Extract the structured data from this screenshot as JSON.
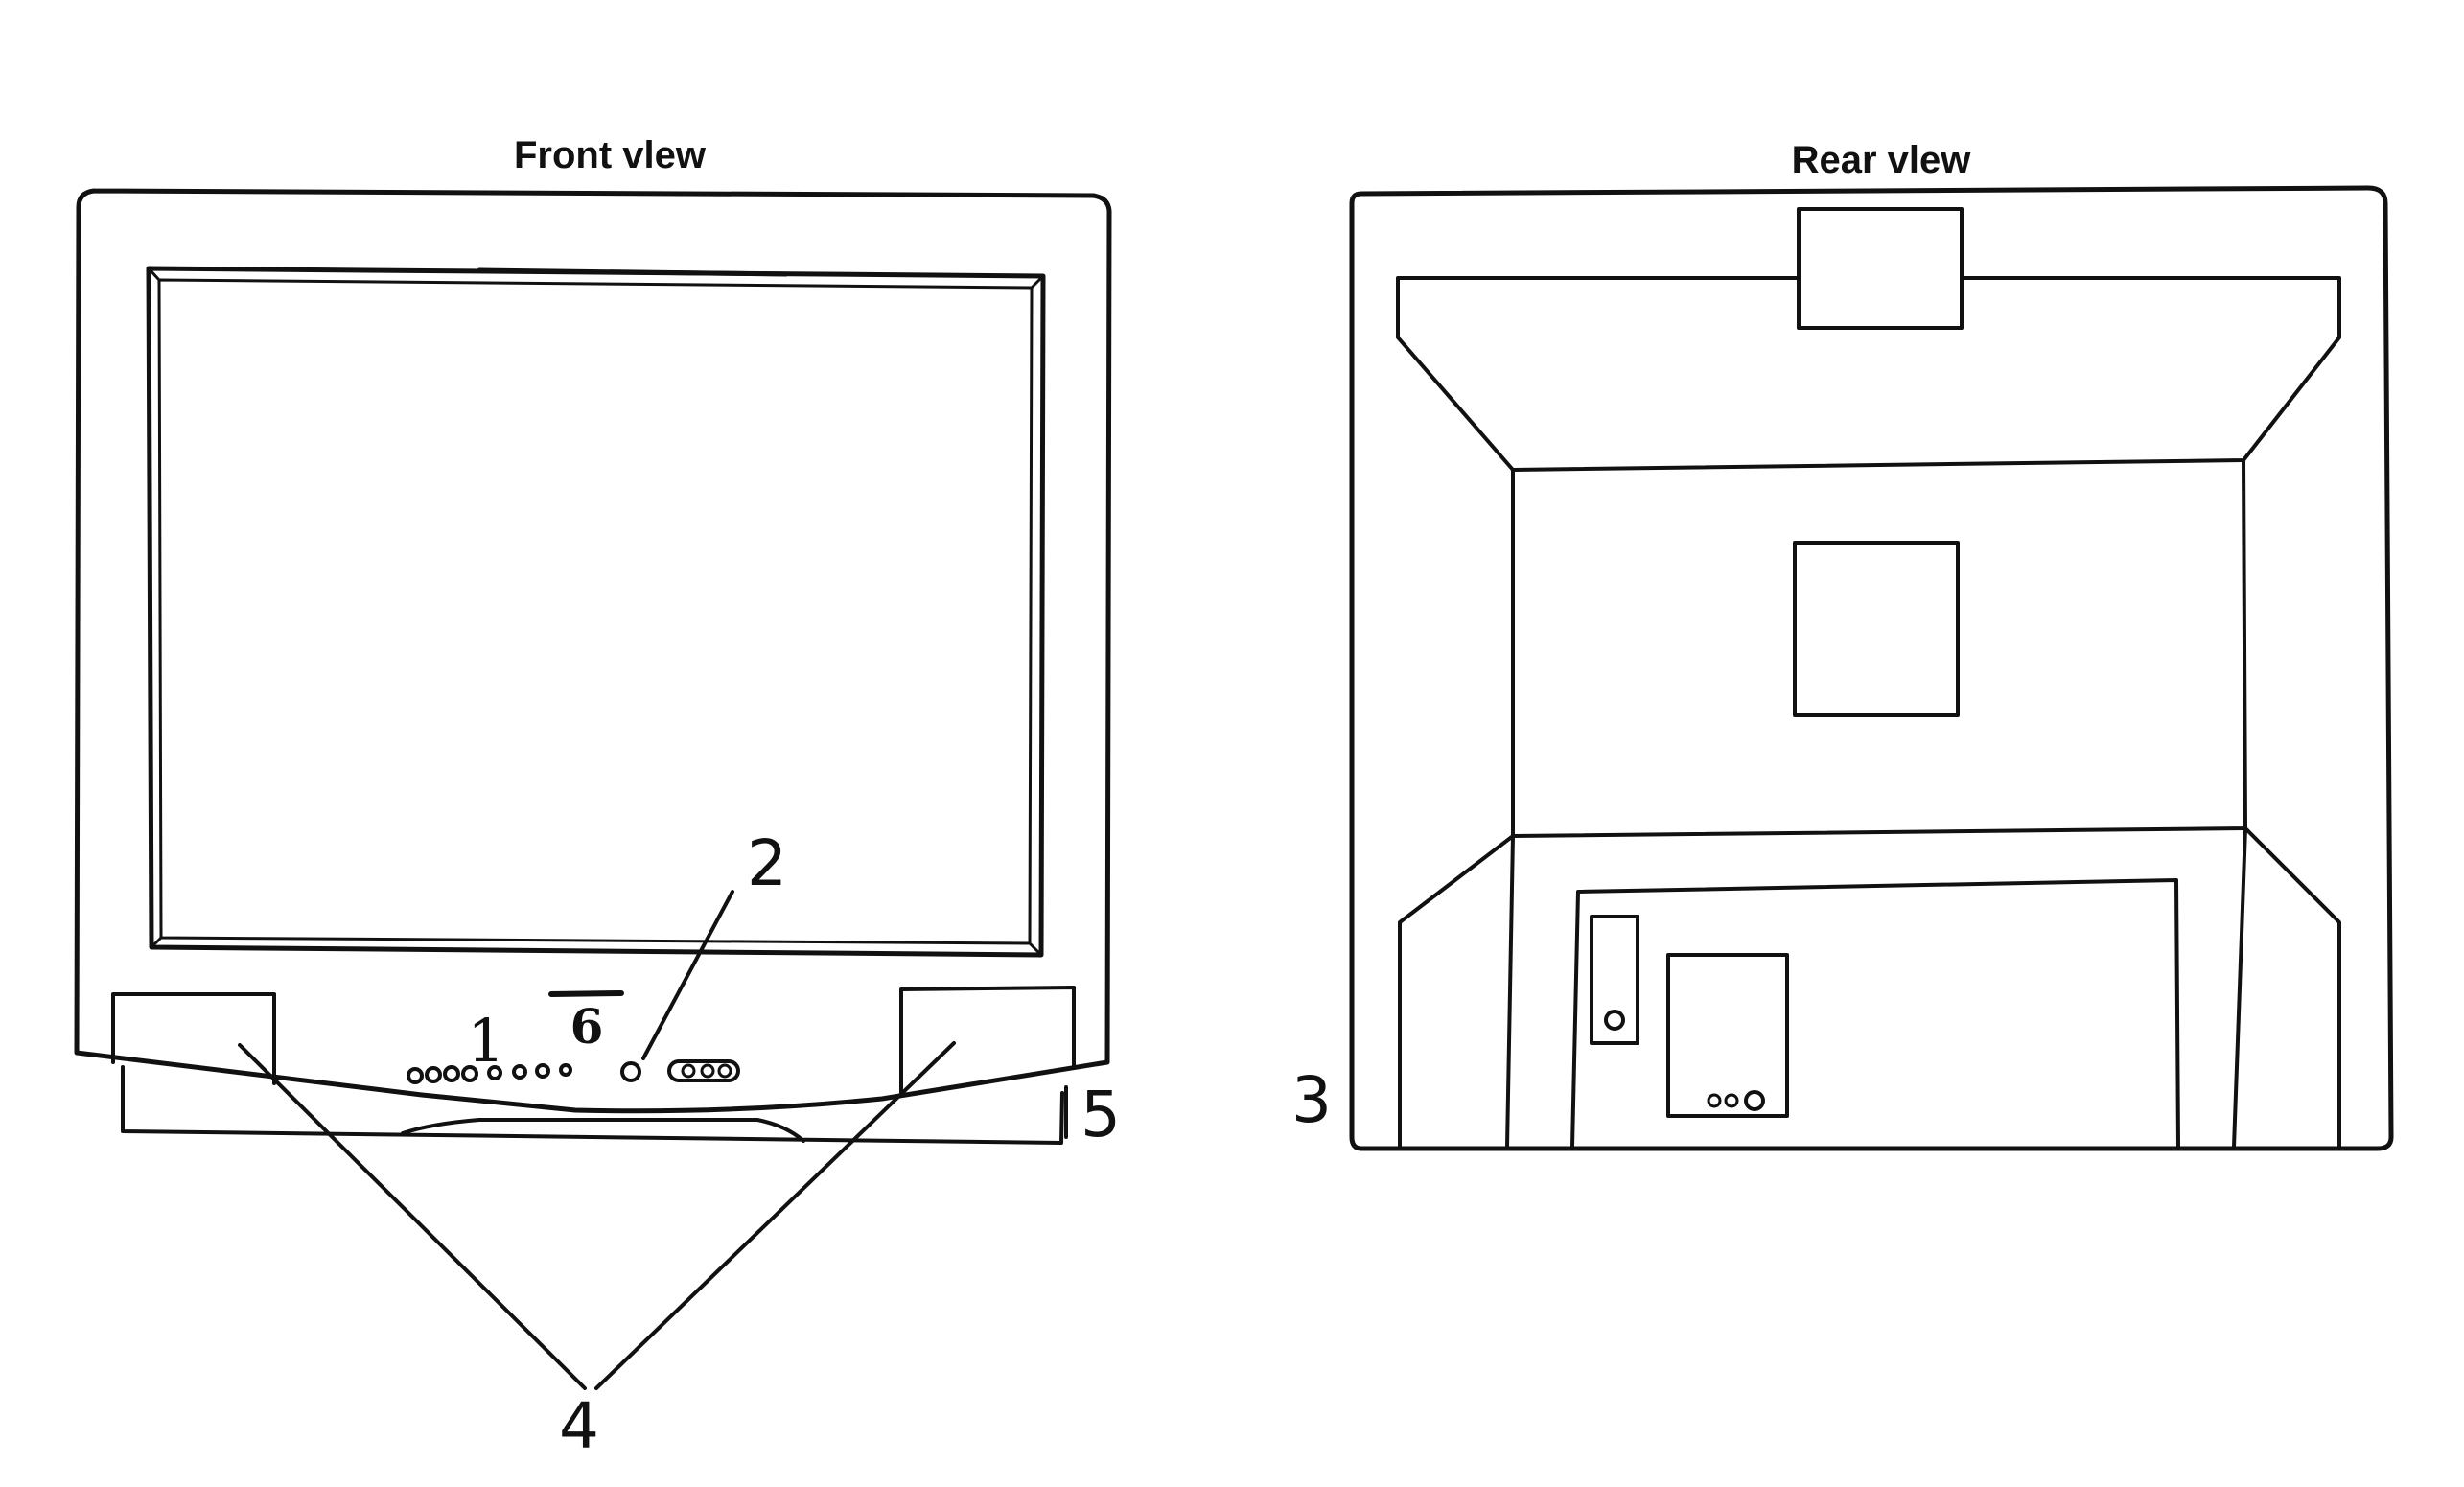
{
  "front_view": {
    "title": "Front vlew",
    "callouts": {
      "front_buttons": "1",
      "power_button": "2",
      "speakers": "4",
      "stand_base": "5",
      "display_slot": "6"
    }
  },
  "rear_view": {
    "title": "Rear vlew",
    "callouts": {
      "rear_cabinet": "3"
    }
  },
  "colors": {
    "ink": "#111111",
    "paper": "#ffffff"
  }
}
